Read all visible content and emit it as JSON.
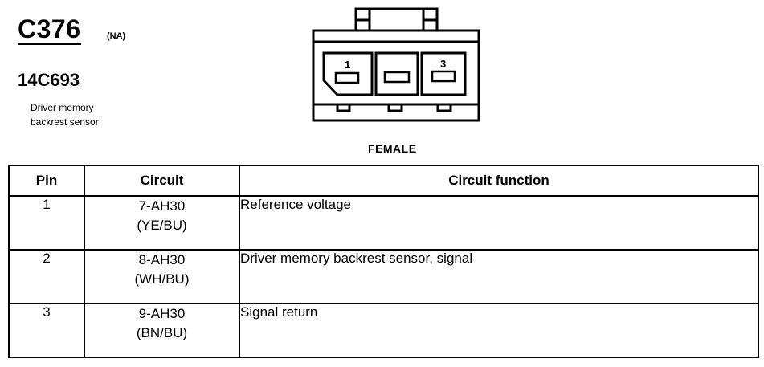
{
  "connector": {
    "id": "C376",
    "variant": "(NA)",
    "part_number": "14C693",
    "description_lines": [
      "Driver memory",
      "backrest sensor"
    ],
    "gender": "FEMALE",
    "pin_labels": [
      "1",
      "3"
    ]
  },
  "table": {
    "headers": [
      "Pin",
      "Circuit",
      "Circuit function"
    ],
    "rows": [
      {
        "pin": "1",
        "circuit": "7-AH30",
        "color": "(YE/BU)",
        "function": "Reference voltage"
      },
      {
        "pin": "2",
        "circuit": "8-AH30",
        "color": "(WH/BU)",
        "function": "Driver memory backrest sensor, signal"
      },
      {
        "pin": "3",
        "circuit": "9-AH30",
        "color": "(BN/BU)",
        "function": "Signal return"
      }
    ]
  }
}
